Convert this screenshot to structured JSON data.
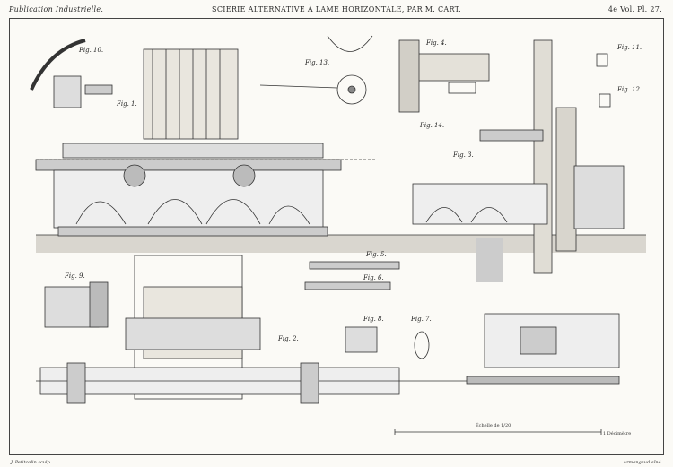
{
  "header": {
    "left": "Publication Industrielle.",
    "center": "SCIERIE ALTERNATIVE À LAME HORIZONTALE, PAR M. CART.",
    "right": "4e Vol. Pl. 27."
  },
  "figures": {
    "fig1": "Fig. 1.",
    "fig2": "Fig. 2.",
    "fig3": "Fig. 3.",
    "fig4": "Fig. 4.",
    "fig5": "Fig. 5.",
    "fig6": "Fig. 6.",
    "fig7": "Fig. 7.",
    "fig8": "Fig. 8.",
    "fig9": "Fig. 9.",
    "fig10": "Fig. 10.",
    "fig11": "Fig. 11.",
    "fig12": "Fig. 12.",
    "fig13": "Fig. 13.",
    "fig14": "Fig. 14."
  },
  "scale": {
    "label": "Échelle de 1/20",
    "unit": "1 Décimètre"
  },
  "footer": {
    "left": "J. Petitcolin sculp.",
    "right": "Armengaud aîné."
  }
}
